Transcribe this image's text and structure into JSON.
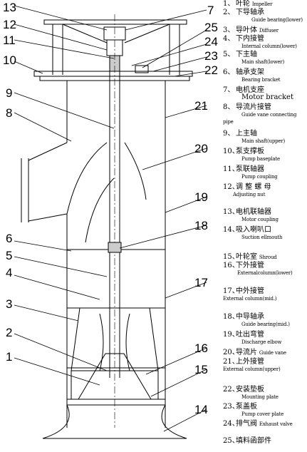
{
  "diagram": {
    "callouts": [
      "1",
      "2",
      "3",
      "4",
      "5",
      "6",
      "7",
      "8",
      "9",
      "10",
      "11",
      "12",
      "13",
      "14",
      "15",
      "16",
      "17",
      "18",
      "19",
      "20",
      "21",
      "22",
      "23",
      "24",
      "25"
    ]
  },
  "legend": [
    {
      "num": "1、",
      "zh": "叶轮",
      "en": "Impeller"
    },
    {
      "num": "2、",
      "zh": "下导轴承",
      "en": "Guide bearing(lower)"
    },
    {
      "num": "3、",
      "zh": "导叶体",
      "en": "Diffuser"
    },
    {
      "num": "4、",
      "zh": "下内接管",
      "en": "Internal column(lower)"
    },
    {
      "num": "5、",
      "zh": "下主轴",
      "en": "Main shaft(lower)"
    },
    {
      "num": "6、",
      "zh": "轴承支架",
      "en": "Bearing bracket"
    },
    {
      "num": "7、",
      "zh": "电机支座",
      "en": "Motor bracket"
    },
    {
      "num": "8、",
      "zh": "导流片接管",
      "en": "Guide vane connecting pipe"
    },
    {
      "num": "9、",
      "zh": "上主轴",
      "en": "Main shaft(upper)"
    },
    {
      "num": "10、",
      "zh": "泵支撑板",
      "en": "Pump baseplate"
    },
    {
      "num": "11、",
      "zh": "泵联轴器",
      "en": "Pump coupling"
    },
    {
      "num": "12、",
      "zh": "调 整 螺 母",
      "en": "Adjusting nut"
    },
    {
      "num": "13、",
      "zh": "电机联轴器",
      "en": "Motor coupling"
    },
    {
      "num": "14、",
      "zh": "吸入喇叭口",
      "en": "Suction ellmouth"
    },
    {
      "num": "15、",
      "zh": "叶轮室",
      "en": "Shroud"
    },
    {
      "num": "16、",
      "zh": "下外接管",
      "en": "Externalcolumn(lower)"
    },
    {
      "num": "17、",
      "zh": "中外接管",
      "en": "External column(mid.)"
    },
    {
      "num": "18、",
      "zh": "中导轴承",
      "en": "Guide bearing(mid.)"
    },
    {
      "num": "19、",
      "zh": "吐出弯管",
      "en": "Discharge elbow"
    },
    {
      "num": "20、",
      "zh": "导流片",
      "en": "Guide vane"
    },
    {
      "num": "21、",
      "zh": "上外接管",
      "en": "External column(upper)"
    },
    {
      "num": "22、",
      "zh": "安装垫板",
      "en": "Mounting plate"
    },
    {
      "num": "23、",
      "zh": "泵盖板",
      "en": "Pump cover plate"
    },
    {
      "num": "24、",
      "zh": "排气阀",
      "en": "Exhaust valve"
    },
    {
      "num": "25、",
      "zh": "填料函部件",
      "en": ""
    }
  ]
}
